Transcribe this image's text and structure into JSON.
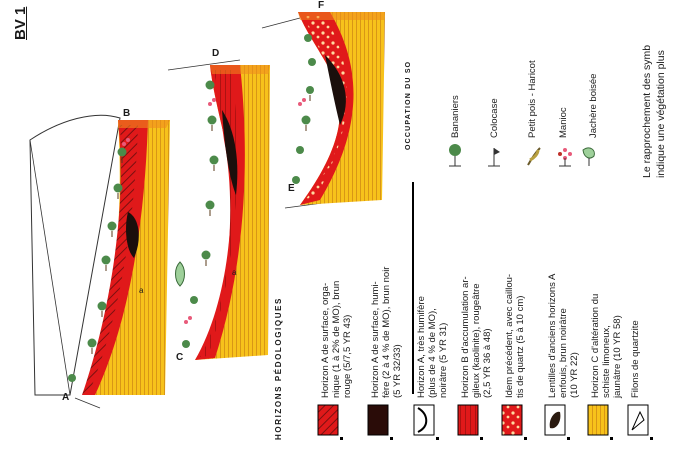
{
  "title": "BV 1",
  "points": {
    "A": "A",
    "B": "B",
    "C": "C",
    "D": "D",
    "E": "E",
    "F": "F"
  },
  "small_label": "a",
  "soil_section_title": "HORIZONS   PÉDOLOGIQUES",
  "horizons": [
    {
      "icon": "horizon-a-surface-brown-red-icon",
      "lines": [
        "Horizon A de surface, orga-",
        "nique (1 à 2% de MO), brun",
        "rouge (5/7,5 YR 43)"
      ]
    },
    {
      "icon": "horizon-a-humifere-brown-black-icon",
      "lines": [
        "Horizon A de surface, humi-",
        "fère (2 à 4 % de MO), brun noir",
        "(5 YR 32/33)"
      ]
    },
    {
      "icon": "horizon-a-tres-humifere-icon",
      "lines": [
        "Horizon A, très humifère",
        "(plus de 4 % de MO),",
        "noirâtre (5 YR 31)"
      ]
    },
    {
      "icon": "horizon-b-accumulation-argileux-icon",
      "lines": [
        "Horizon B d'accumulation ar-",
        "gileux (kaolinite), rougeâtre",
        "(2,5 YR 36 à 48)"
      ]
    },
    {
      "icon": "horizon-b-cailloutis-quartz-icon",
      "lines": [
        "Idem précédent, avec caillou-",
        "tis de quartz (5 à 10 cm)"
      ]
    },
    {
      "icon": "lentilles-horizons-a-enfouis-icon",
      "lines": [
        "Lentilles d'anciens horizons A",
        "enfouis, brun noirâtre",
        "(10 YR 22)"
      ]
    },
    {
      "icon": "horizon-c-alteration-schiste-icon",
      "lines": [
        "Horizon C d'altération du",
        "schiste limoneux,",
        "jaunâtre (10 YR 58)"
      ]
    },
    {
      "icon": "filons-quartzite-icon",
      "lines": [
        "Filons de quartzite"
      ]
    }
  ],
  "land_use_title": "OCCUPATION   DU   SO",
  "land_use": [
    {
      "icon": "bananier-icon",
      "label": "Bananiers"
    },
    {
      "icon": "colocase-icon",
      "label": "Colocase"
    },
    {
      "icon": "petit-pois-haricot-icon",
      "label": "Petit pois - Haricot"
    },
    {
      "icon": "manioc-icon",
      "label": "Manioc"
    },
    {
      "icon": "jachere-boisee-icon",
      "label": "Jachère boisée"
    }
  ],
  "note": [
    "Le rapprochement des symb",
    "indique une végétation plus"
  ],
  "colors": {
    "red": "#e0191a",
    "orange": "#f08a1e",
    "yellow": "#f7c21b",
    "black": "#1b0f0c",
    "brown": "#7a2a14",
    "tree": "#4c8a4a"
  }
}
